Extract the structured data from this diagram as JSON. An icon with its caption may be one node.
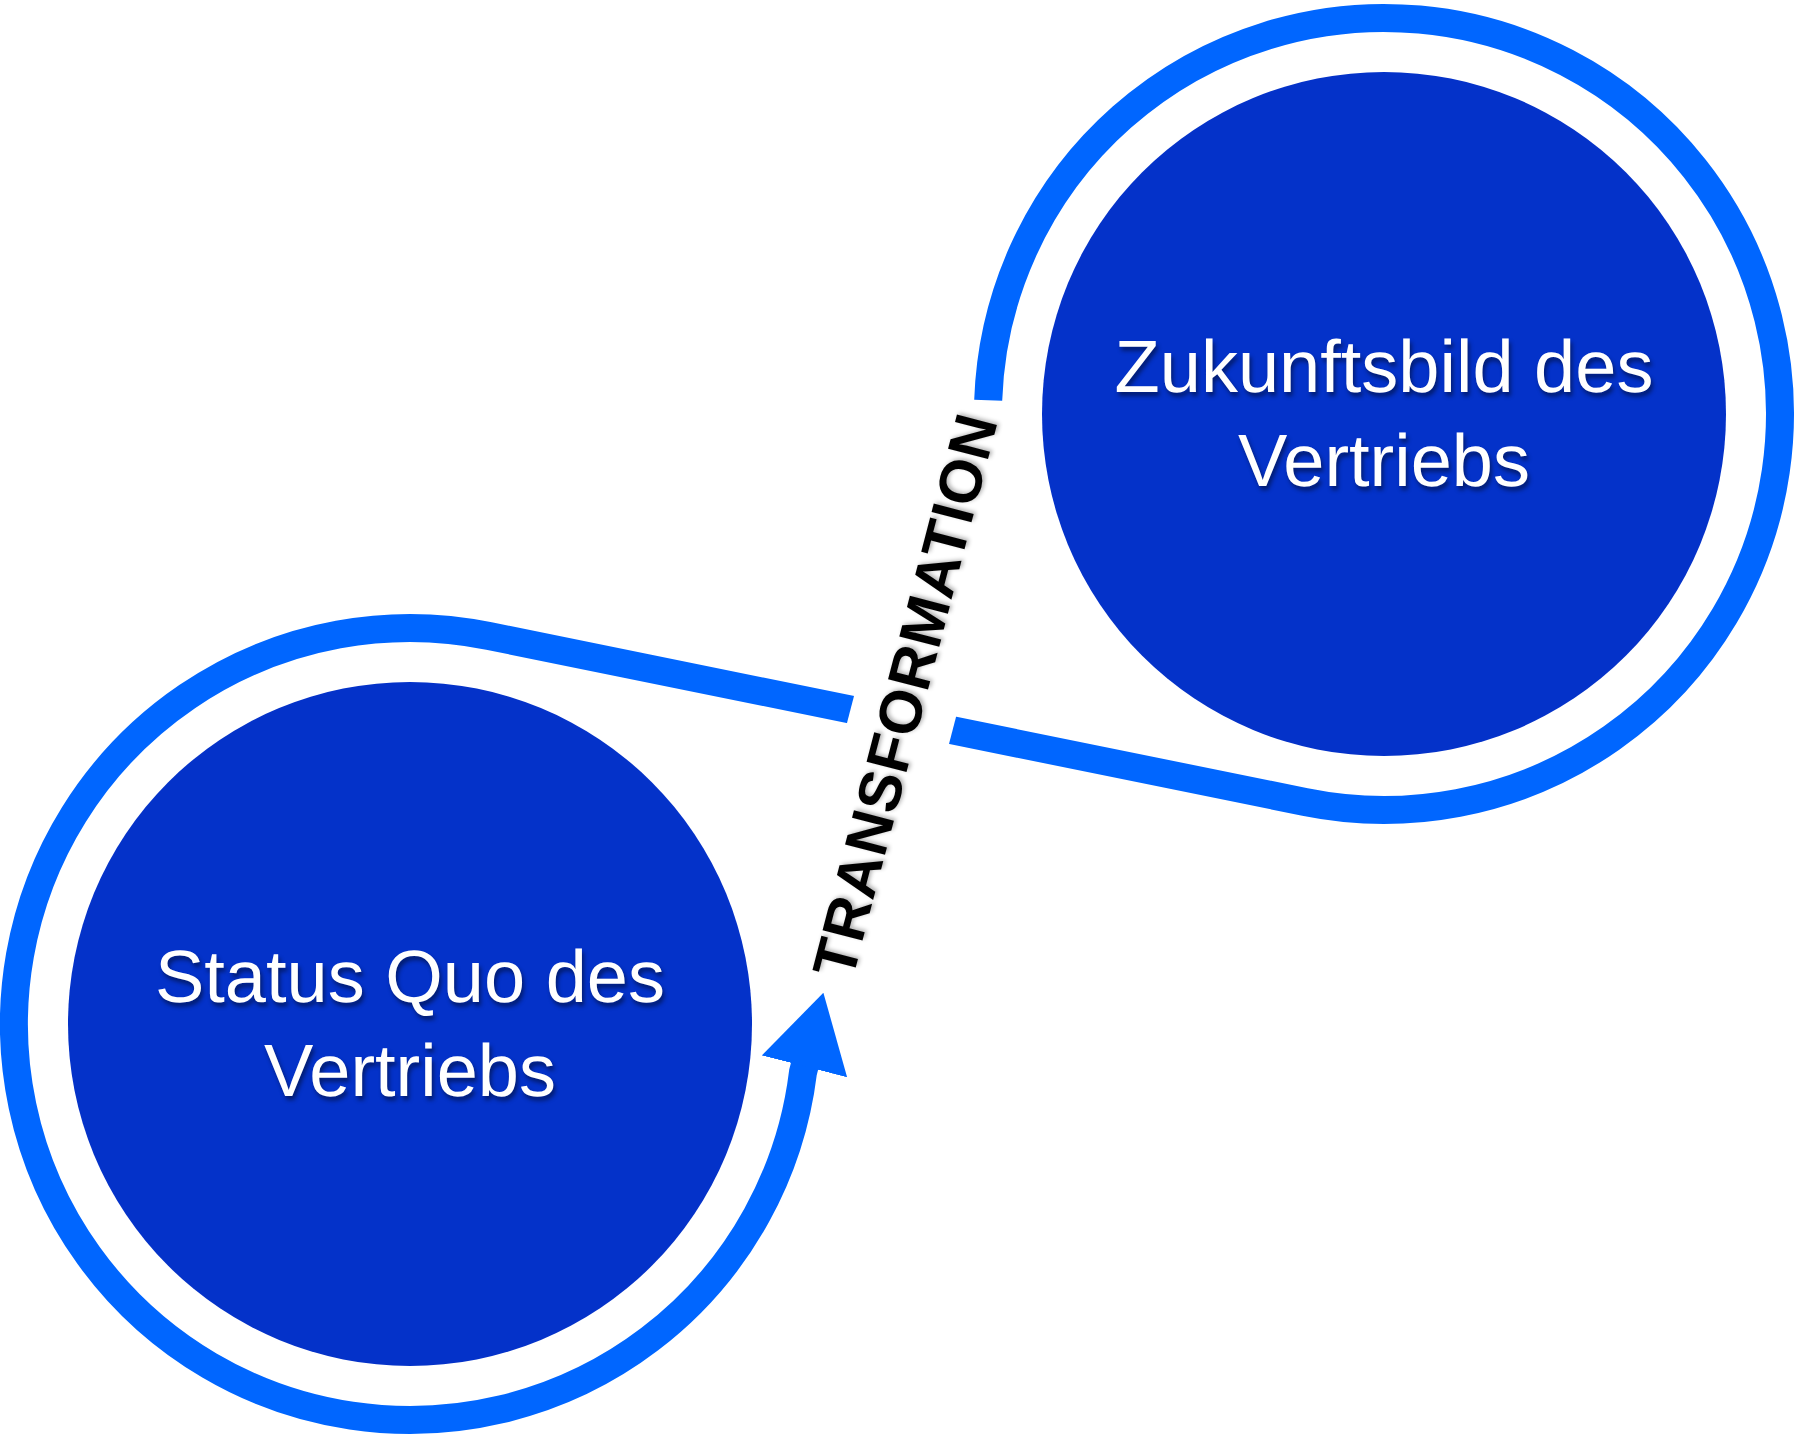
{
  "diagram": {
    "nodes": [
      {
        "text": [
          "Status Quo des Vertriebs"
        ]
      },
      {
        "text": [
          "Zukunftsbild des Vertriebs"
        ]
      }
    ],
    "edges": [
      {
        "from": 1,
        "to": 0,
        "arrow": "to",
        "label": "TRANSFORMATION"
      }
    ]
  }
}
